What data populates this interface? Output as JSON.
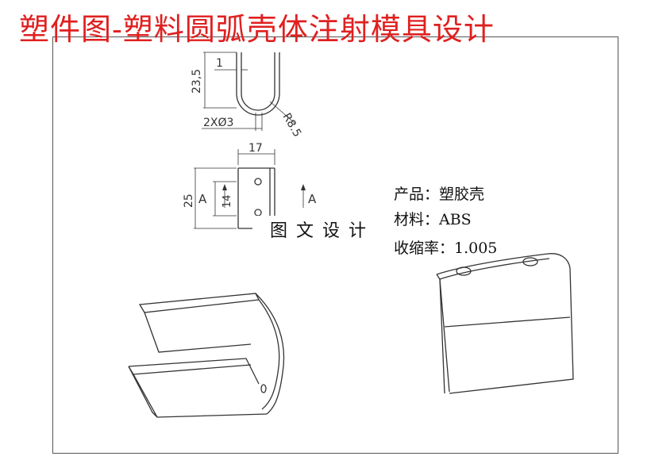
{
  "title": "塑件图-塑料圆弧壳体注射模具设计",
  "watermark": "图 文 设 计",
  "dimensions": {
    "wall": "1",
    "height_top": "23,5",
    "holes": "2XØ3",
    "radius": "R8.5",
    "width": "17",
    "height_side": "25",
    "hole_height": "14",
    "section_left": "A",
    "section_right": "A"
  },
  "specs": {
    "product": "产品：塑胶壳",
    "material": "材料：ABS",
    "shrinkage": "收缩率：1.005"
  },
  "colors": {
    "title": "#e02020",
    "lines": "#333333"
  }
}
